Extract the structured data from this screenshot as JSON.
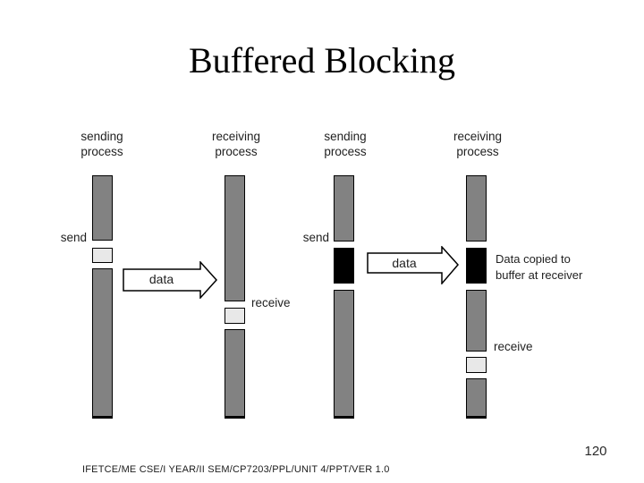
{
  "slide": {
    "title": "Buffered Blocking",
    "page_number": "120",
    "footer": "IFETCE/ME CSE/I YEAR/II SEM/CP7203/PPL/UNIT 4/PPT/VER 1.0"
  },
  "colors": {
    "process_bar_fill": "#828282",
    "buffer_slot_fill": "#e8e8e8",
    "blocked_segment_fill": "#000000",
    "arrow_fill": "#ffffff",
    "outline": "#000000",
    "label_text": "#1f1f1f"
  },
  "diagrams": [
    {
      "id": "diagram-1",
      "sending_process_label": "sending process",
      "receiving_process_label": "receiving process",
      "send_label": "send",
      "receive_label": "receive",
      "data_arrow_label": "data"
    },
    {
      "id": "diagram-2",
      "sending_process_label": "sending process",
      "receiving_process_label": "receiving process",
      "send_label": "send",
      "receive_label": "receive",
      "data_arrow_label": "data",
      "annotation": "Data copied to buffer at receiver"
    }
  ]
}
